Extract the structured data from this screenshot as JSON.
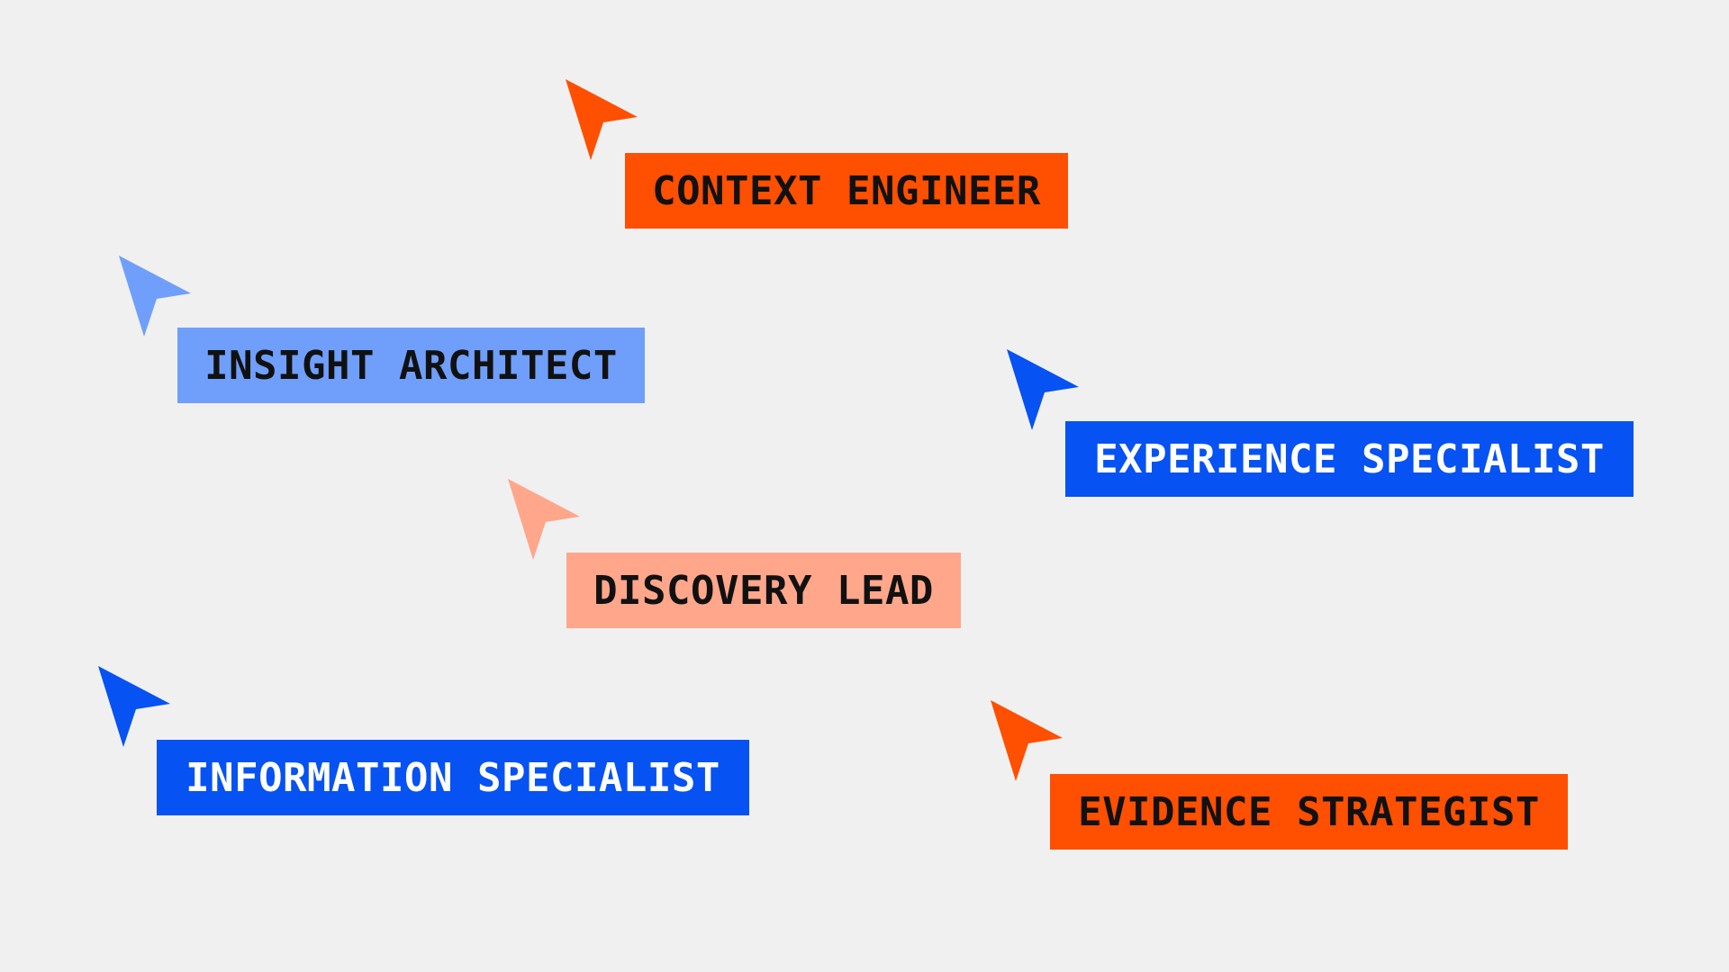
{
  "colors": {
    "background": "#f0f0f0",
    "orange": "#ff4f00",
    "light_blue": "#6f9ffb",
    "blue": "#0652f2",
    "salmon": "#ffa68b",
    "dark_text": "#111111",
    "light_text": "#ffffff"
  },
  "cursors": [
    {
      "icon": "pointer-cursor-icon",
      "color": "#ff4f00"
    },
    {
      "icon": "pointer-cursor-icon",
      "color": "#6f9ffb"
    },
    {
      "icon": "pointer-cursor-icon",
      "color": "#0652f2"
    },
    {
      "icon": "pointer-cursor-icon",
      "color": "#ffa68b"
    },
    {
      "icon": "pointer-cursor-icon",
      "color": "#0652f2"
    },
    {
      "icon": "pointer-cursor-icon",
      "color": "#ff4f00"
    }
  ],
  "labels": {
    "context_engineer": "CONTEXT ENGINEER",
    "insight_architect": "INSIGHT ARCHITECT",
    "experience_specialist": "EXPERIENCE SPECIALIST",
    "discovery_lead": "DISCOVERY LEAD",
    "information_specialist": "INFORMATION SPECIALIST",
    "evidence_strategist": "EVIDENCE STRATEGIST"
  }
}
